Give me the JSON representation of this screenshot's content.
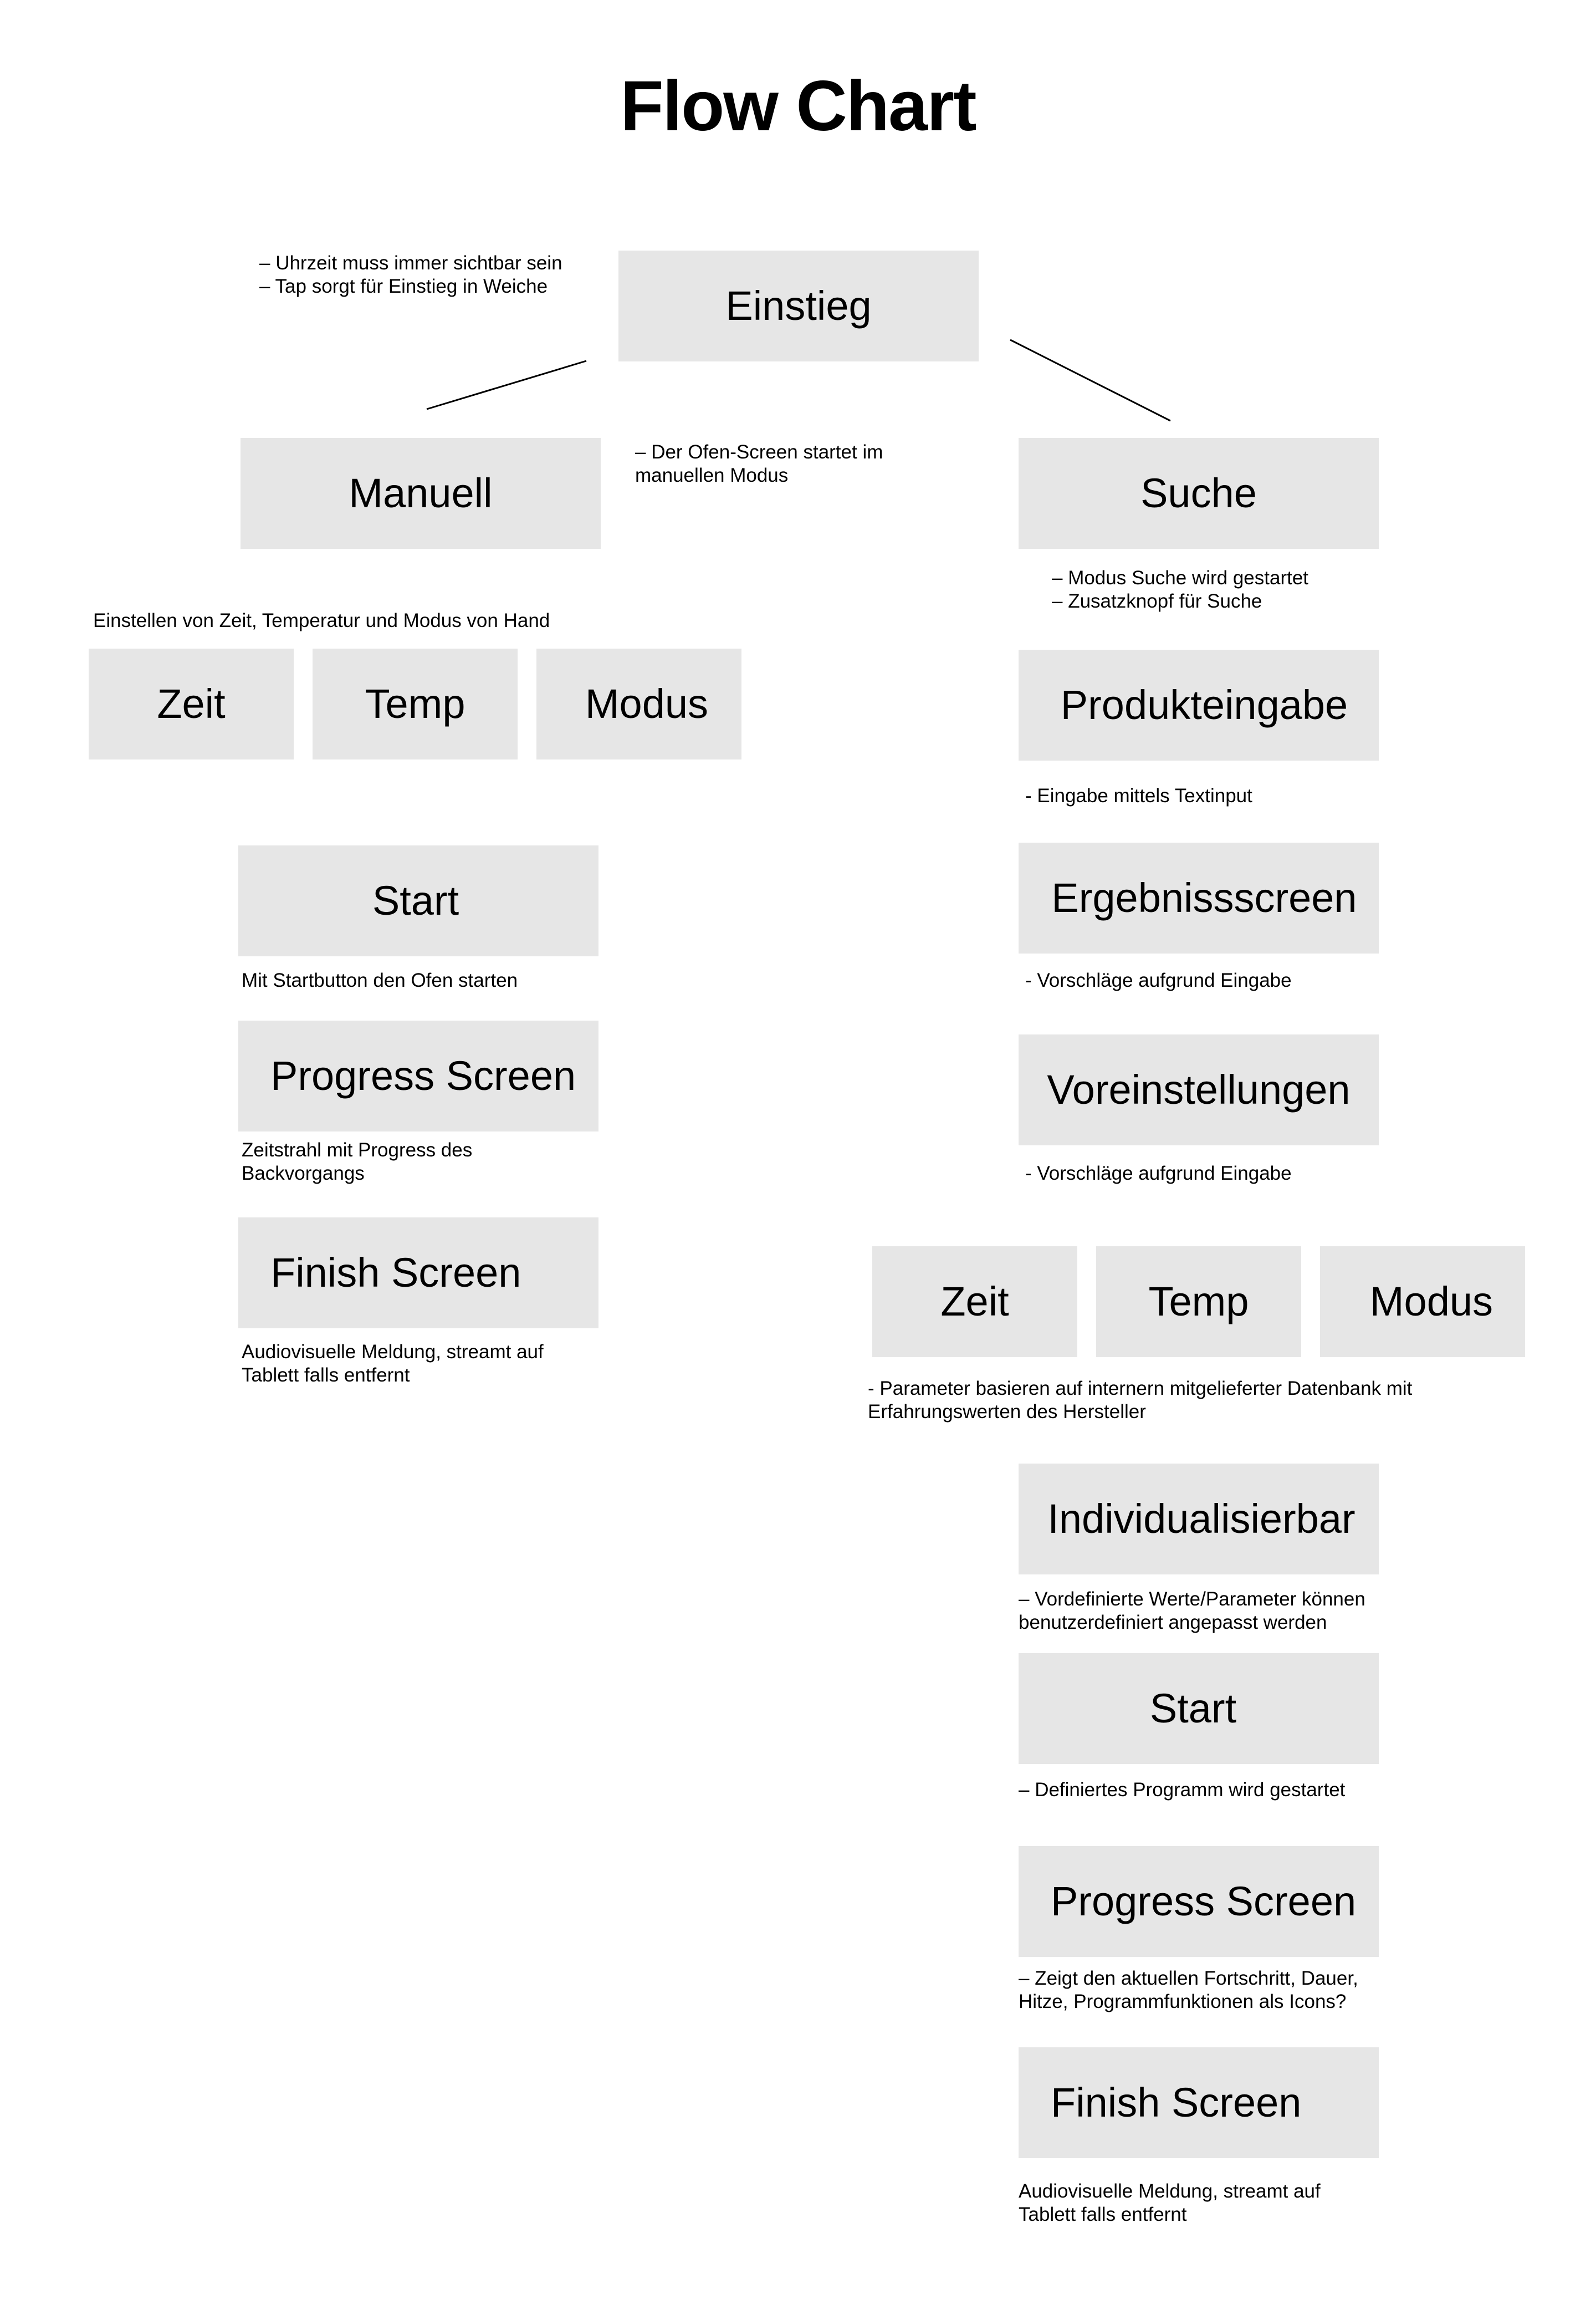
{
  "title": "Flow Chart",
  "colors": {
    "box_fill": "#e6e6e6",
    "text": "#000000",
    "background": "#ffffff",
    "connector": "#000000"
  },
  "nodes": {
    "einstieg": "Einstieg",
    "manuell": "Manuell",
    "suche": "Suche",
    "manual_zeit": "Zeit",
    "manual_temp": "Temp",
    "manual_modus": "Modus",
    "manual_start": "Start",
    "manual_progress": "Progress Screen",
    "manual_finish": "Finish Screen",
    "produkteingabe": "Produkteingabe",
    "ergebnisscreen": "Ergebnissscreen",
    "voreinstellungen": "Voreinstellungen",
    "search_zeit": "Zeit",
    "search_temp": "Temp",
    "search_modus": "Modus",
    "individualisierbar": "Individualisierbar",
    "search_start": "Start",
    "search_progress": "Progress Screen",
    "search_finish": "Finish Screen"
  },
  "notes": {
    "einstieg": "– Uhrzeit muss immer sichtbar sein\n– Tap sorgt für Einstieg in Weiche",
    "manuell": "– Der Ofen-Screen startet im\nmanuellen Modus",
    "suche": "– Modus Suche wird gestartet\n– Zusatzknopf für Suche",
    "manual_params": "Einstellen von Zeit, Temperatur und Modus von Hand",
    "manual_start": "Mit Startbutton den Ofen starten",
    "manual_progress": "Zeitstrahl mit Progress des\nBackvorgangs",
    "manual_finish": "Audiovisuelle Meldung, streamt auf\nTablett falls entfernt",
    "produkteingabe": "- Eingabe mittels Textinput",
    "ergebnisscreen": "- Vorschläge aufgrund Eingabe",
    "voreinstellungen": "- Vorschläge aufgrund Eingabe",
    "search_params": "- Parameter basieren auf internern mitgelieferter Datenbank mit\nErfahrungswerten des Hersteller",
    "individualisierbar": "– Vordefinierte Werte/Parameter können\nbenutzerdefiniert angepasst werden",
    "search_start": "– Definiertes Programm wird gestartet",
    "search_progress": "– Zeigt den aktuellen Fortschritt, Dauer,\nHitze, Programmfunktionen als Icons?",
    "search_finish": "Audiovisuelle Meldung, streamt auf\nTablett falls entfernt"
  },
  "connectors": [
    {
      "from": "einstieg",
      "to": "manuell"
    },
    {
      "from": "einstieg",
      "to": "suche"
    }
  ]
}
